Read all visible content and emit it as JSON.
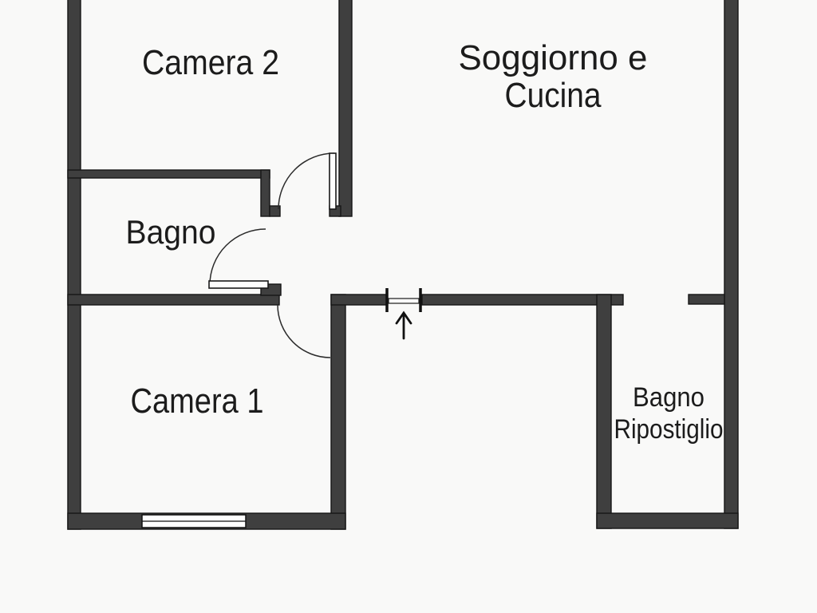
{
  "plan": {
    "type": "apartment-floorplan",
    "rooms": {
      "camera2": {
        "label": "Camera 2"
      },
      "soggiorno_cucina": {
        "label_line1": "Soggiorno e",
        "label_line2": "Cucina"
      },
      "bagno": {
        "label": "Bagno"
      },
      "camera1": {
        "label": "Camera 1"
      },
      "bagno_ripostiglio": {
        "label_line1": "Bagno",
        "label_line2": "Ripostiglio"
      }
    },
    "features": {
      "entrance_marker": "up-arrow-icon",
      "doors": [
        "camera2-door",
        "bagno-door",
        "camera1-door",
        "bagno-ripostiglio-opening"
      ],
      "windows": [
        "camera1-window"
      ]
    }
  },
  "colors": {
    "wall": "#3f3f3f",
    "wall_outline": "#161616",
    "text": "#1c1c1c",
    "background": "#f9f9f8"
  }
}
